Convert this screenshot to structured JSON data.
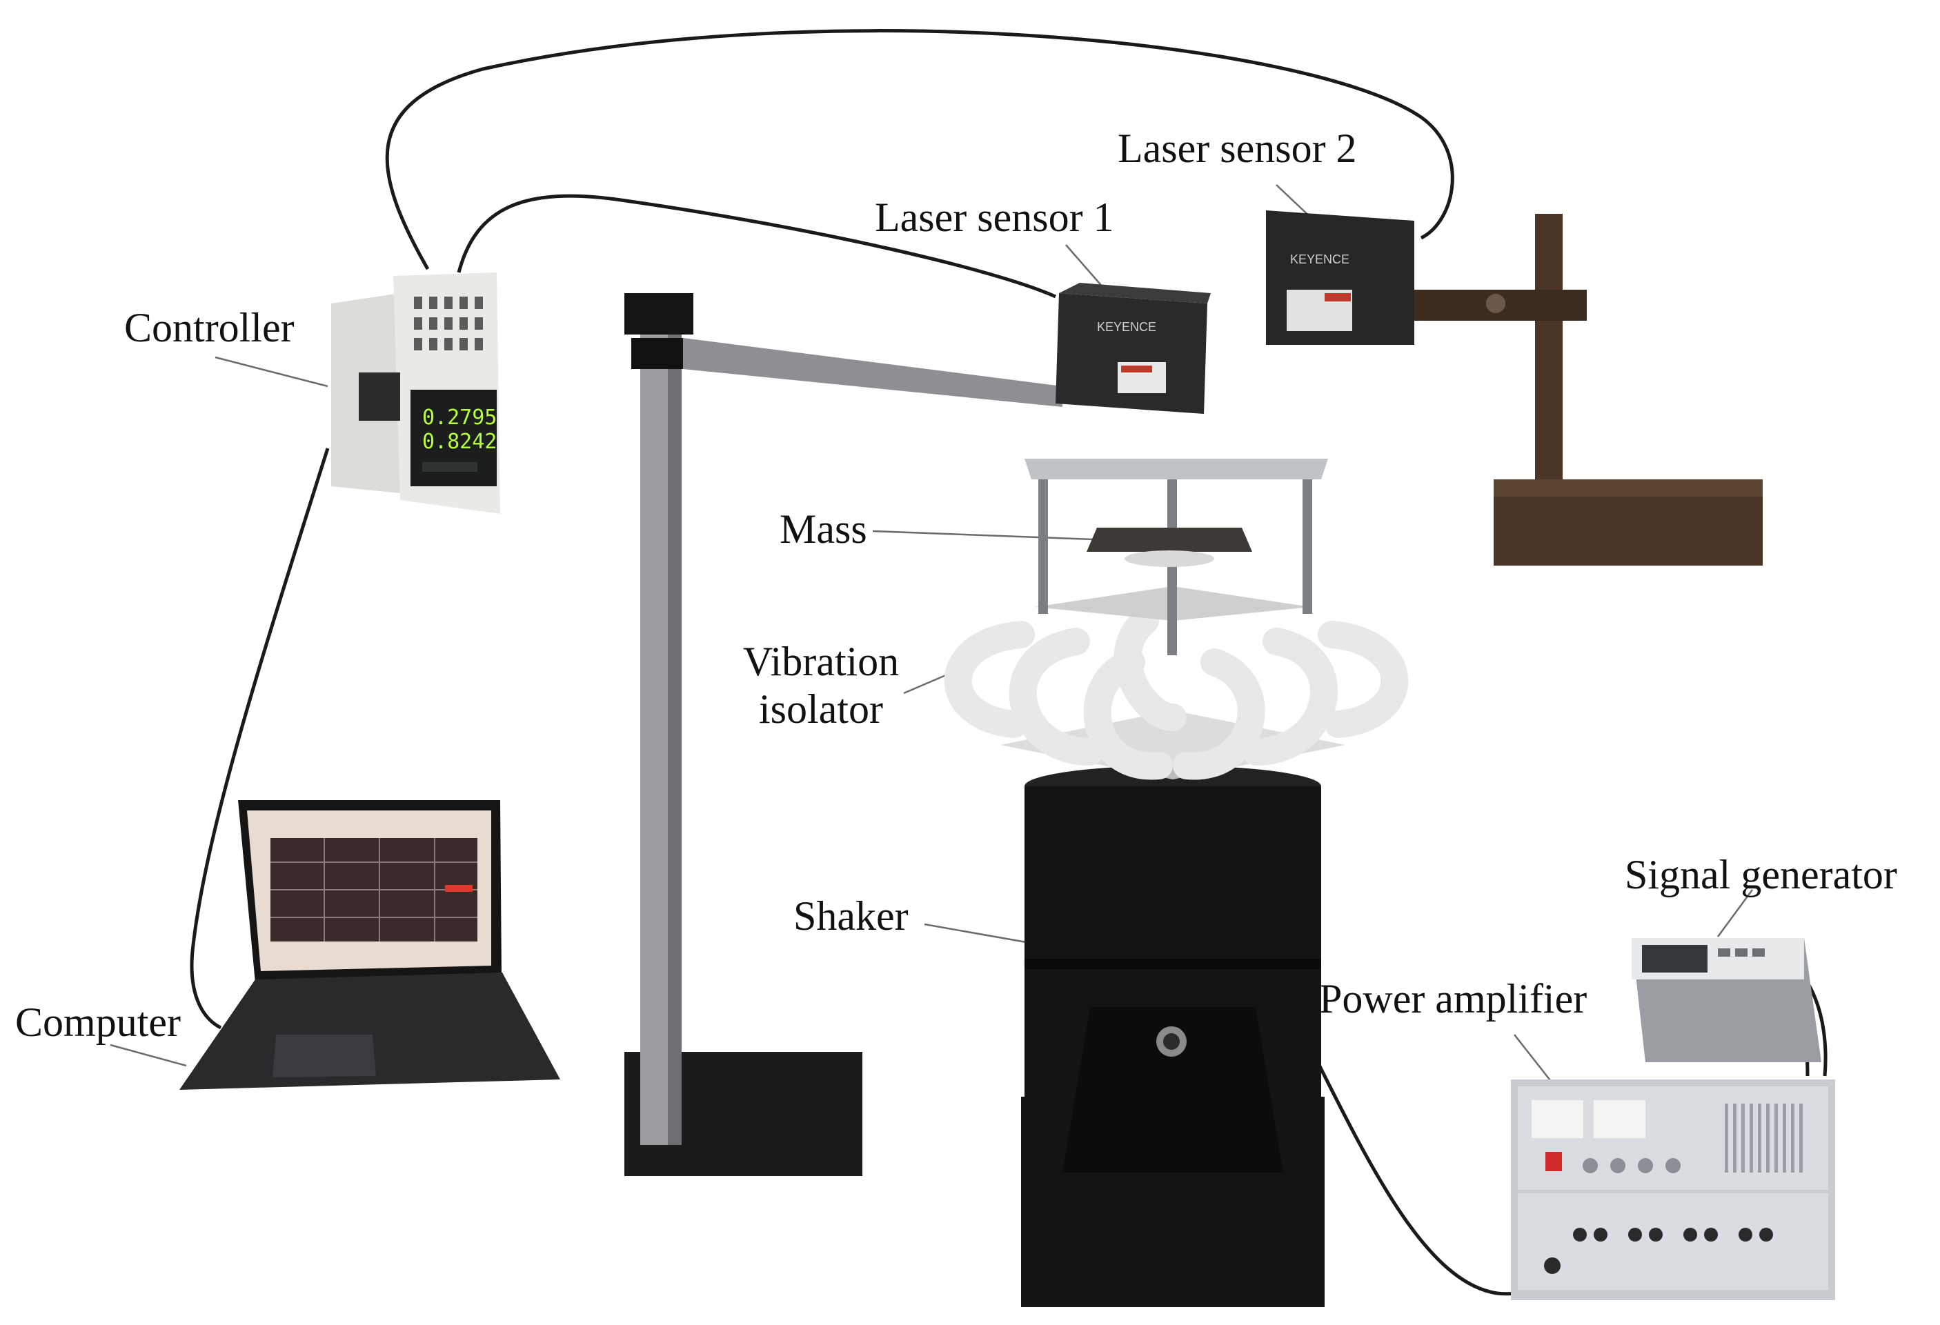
{
  "labels": {
    "laser_sensor_2": "Laser sensor 2",
    "laser_sensor_1": "Laser sensor 1",
    "controller": "Controller",
    "mass": "Mass",
    "vibration_isolator_line1": "Vibration",
    "vibration_isolator_line2": "isolator",
    "shaker": "Shaker",
    "signal_generator": "Signal generator",
    "power_amplifier": "Power amplifier",
    "computer": "Computer"
  },
  "device_text": {
    "sensor_brand": "KEYENCE",
    "controller_reading_top": "0.2795",
    "controller_reading_bottom": "0.8242"
  },
  "colors": {
    "background": "#ffffff",
    "label_text": "#111111",
    "leader_line": "#6b6b6b",
    "cable": "#1a1a1a",
    "shaker_body": "#141414",
    "isolator": "#e8e8e6",
    "controller_body": "#e9e9e6",
    "controller_display": "#1b1e1c",
    "controller_digits": "#b6ff3a",
    "laser_sensor": "#2a2a2a",
    "rust_stand": "#4a3526",
    "laptop_screen": "#e8dcd2",
    "amplifier_panel": "#d9dde2"
  },
  "icons": {
    "cable": "cable",
    "laser": "laser-sensor"
  }
}
